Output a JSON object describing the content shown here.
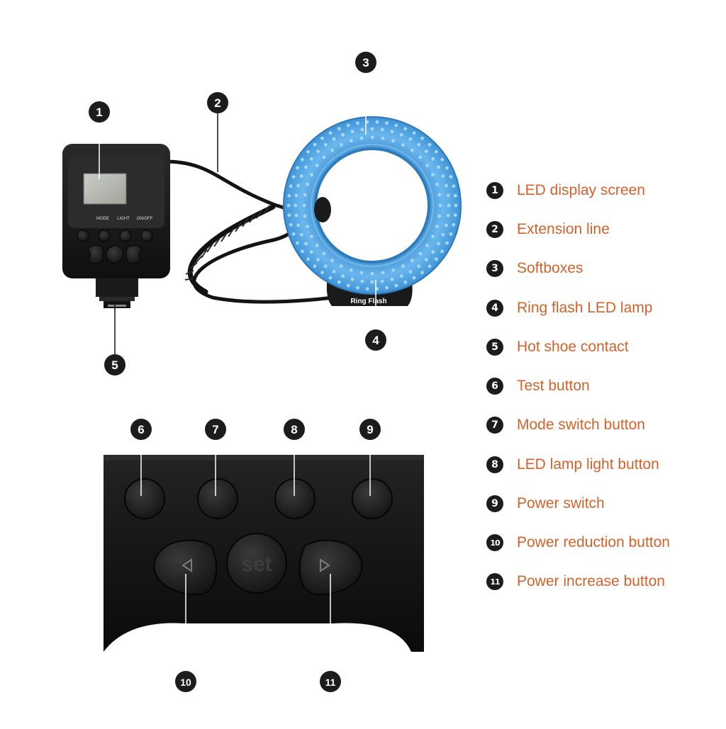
{
  "device": {
    "panel_labels": [
      "MODE",
      "LIGHT",
      "ON/OFF"
    ],
    "ring_label": "Ring Flash",
    "set_label": "set"
  },
  "callouts": [
    "1",
    "2",
    "3",
    "4",
    "5",
    "6",
    "7",
    "8",
    "9",
    "10",
    "11"
  ],
  "legend": [
    {
      "num": "1",
      "label": "LED display screen"
    },
    {
      "num": "2",
      "label": "Extension line"
    },
    {
      "num": "3",
      "label": "Softboxes"
    },
    {
      "num": "4",
      "label": "Ring flash LED lamp"
    },
    {
      "num": "5",
      "label": "Hot shoe contact"
    },
    {
      "num": "6",
      "label": "Test button"
    },
    {
      "num": "7",
      "label": "Mode switch button"
    },
    {
      "num": "8",
      "label": "LED lamp light button"
    },
    {
      "num": "9",
      "label": "Power switch"
    },
    {
      "num": "10",
      "label": "Power reduction button"
    },
    {
      "num": "11",
      "label": "Power increase button"
    }
  ],
  "colors": {
    "accent_text": "#d2622a",
    "ring_blue": "#5aaee8",
    "body_black": "#1a1a1a",
    "badge": "#1c1c1c"
  }
}
